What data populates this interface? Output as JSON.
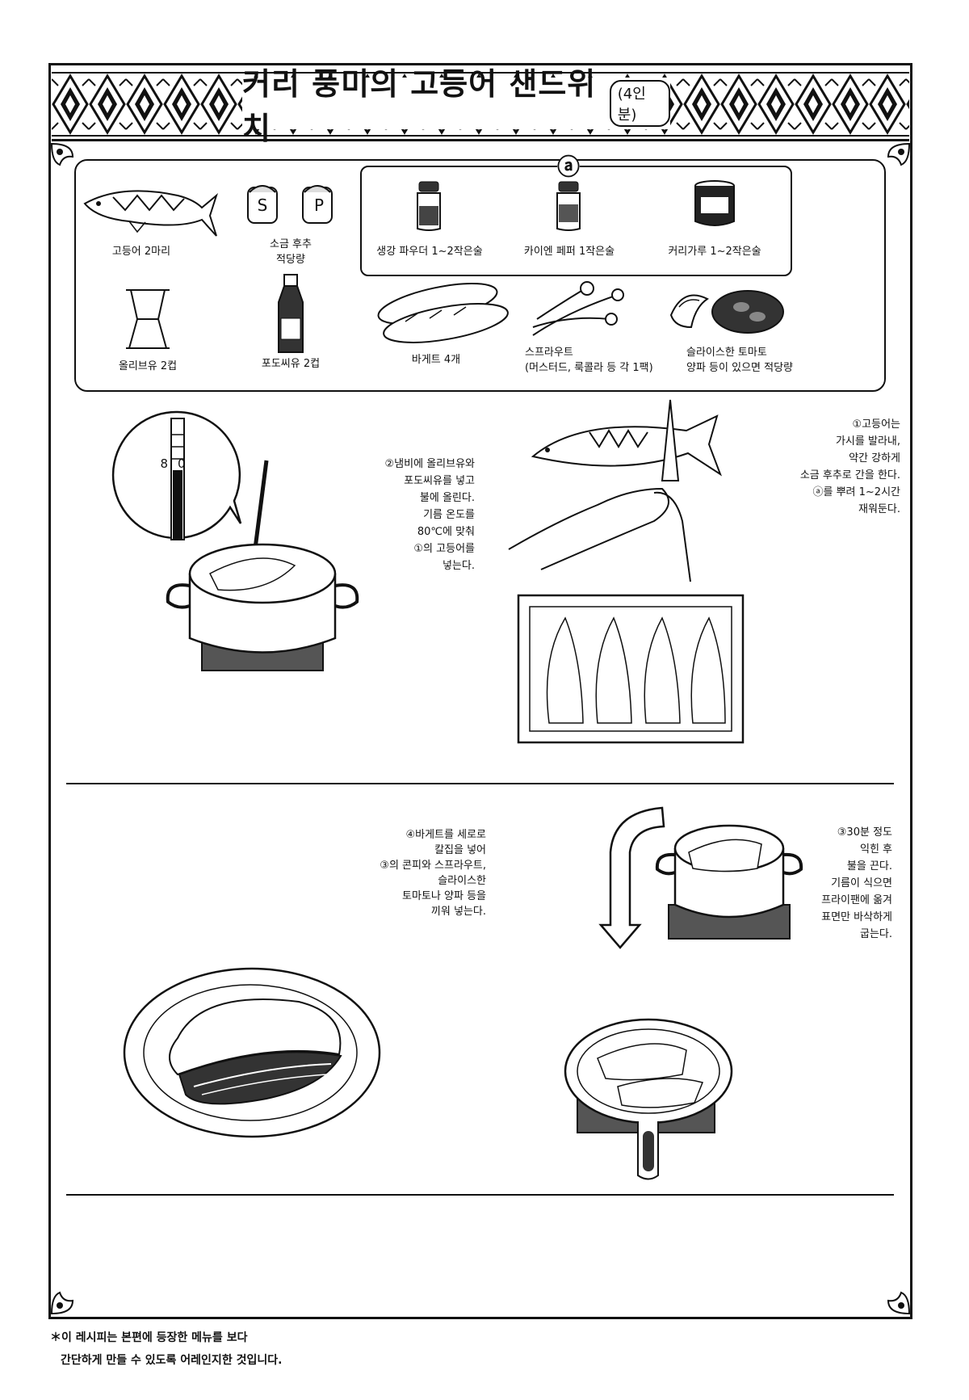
{
  "title": {
    "text": "커리 풍미의 고등어 샌드위치",
    "servings": "(4인분)"
  },
  "ingredients": {
    "a_mark": "ⓐ",
    "mackerel": "고등어 2마리",
    "salt_pepper_line1": "소금 후추",
    "salt_pepper_line2": "적당량",
    "salt_letter": "S",
    "pepper_letter": "P",
    "ginger": "생강 파우더 1~2작은술",
    "cayenne": "카이엔 페퍼 1작은술",
    "curry": "커리가루 1~2작은술",
    "olive_oil": "올리브유 2컵",
    "grapeseed_oil": "포도씨유 2컵",
    "baguette": "바게트 4개",
    "sprouts_line1": "스프라우트",
    "sprouts_line2": "(머스터드, 룩콜라 등 각 1팩)",
    "tomato_line1": "슬라이스한 토마토",
    "tomato_line2": "양파 등이 있으면 적당량"
  },
  "thermometer": {
    "reading": "80"
  },
  "steps": {
    "step1": [
      "①고등어는",
      "가시를 발라내,",
      "약간 강하게",
      "소금 후추로 간을 한다.",
      "ⓐ를 뿌려 1~2시간",
      "재워둔다."
    ],
    "step2": [
      "②냄비에 올리브유와",
      "포도씨유를 넣고",
      "불에 올린다.",
      "기름 온도를",
      "80℃에 맞춰",
      "①의 고등어를",
      "넣는다."
    ],
    "step3": [
      "③30분 정도",
      "익힌 후",
      "불을 끈다.",
      "기름이 식으면",
      "프라이팬에 옮겨",
      "표면만 바삭하게",
      "굽는다."
    ],
    "step4": [
      "④바게트를 세로로",
      "칼집을 넣어",
      "③의 콘피와 스프라우트,",
      "슬라이스한",
      "토마토나 양파 등을",
      "끼워 넣는다."
    ]
  },
  "footnote": {
    "line1": "＊이 레시피는 본편에 등장한 메뉴를 보다",
    "line2": "간단하게 만들 수 있도록 어레인지한 것입니다."
  }
}
